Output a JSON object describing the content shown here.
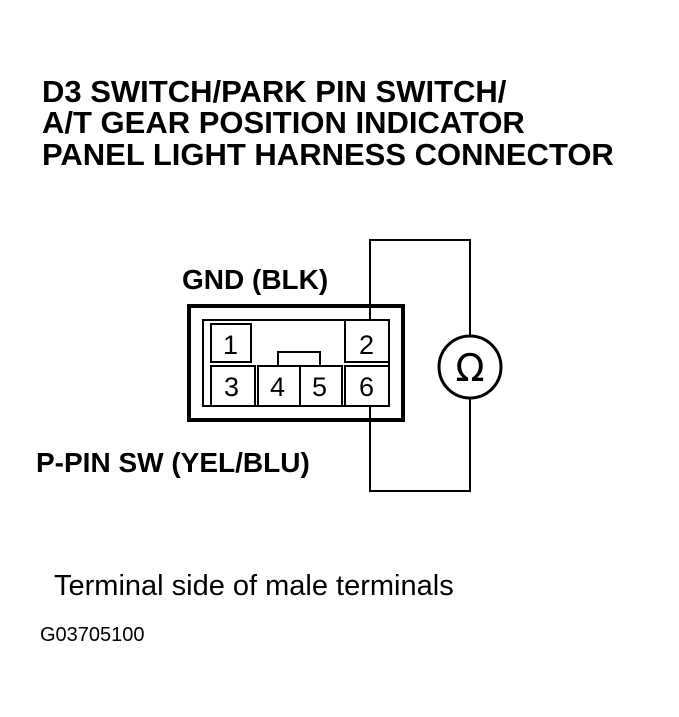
{
  "title": {
    "lines": [
      "D3 SWITCH/PARK PIN SWITCH/",
      "A/T GEAR POSITION INDICATOR",
      "PANEL LIGHT HARNESS CONNECTOR"
    ]
  },
  "labels": {
    "gnd": "GND (BLK)",
    "ppin": "P-PIN SW (YEL/BLU)"
  },
  "connector": {
    "pins": [
      "1",
      "2",
      "3",
      "4",
      "5",
      "6"
    ]
  },
  "meter": {
    "symbol": "Ω",
    "icon": "ohmmeter-icon"
  },
  "caption": "Terminal side of male terminals",
  "figure_code": "G03705100"
}
